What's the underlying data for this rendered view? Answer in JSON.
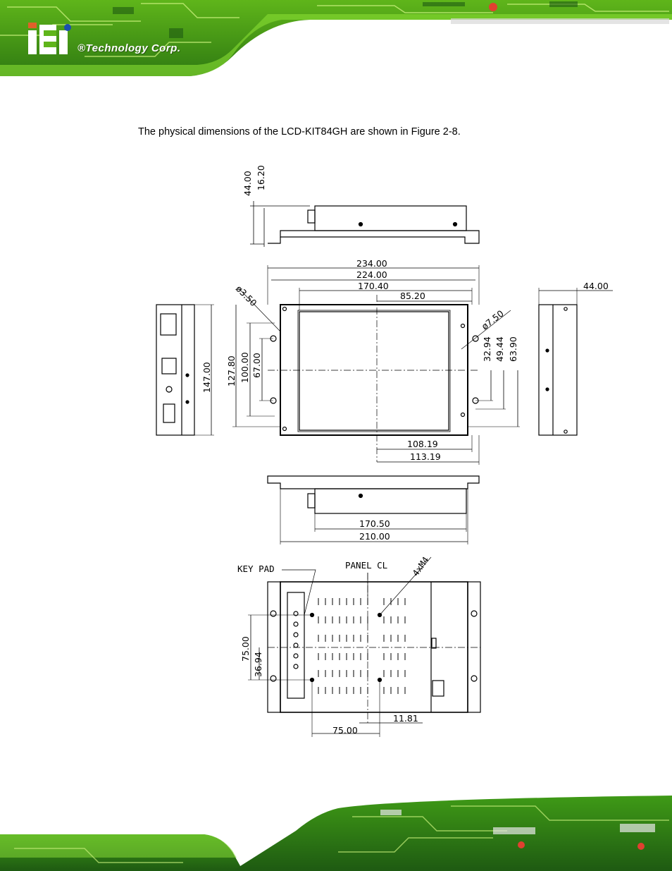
{
  "header": {
    "logo_text": "®Technology Corp."
  },
  "body": {
    "intro": "The physical dimensions of the LCD-KIT84GH are shown in Figure 2-8."
  },
  "drawing": {
    "top_view": {
      "d1": "44.00",
      "d2": "16.20"
    },
    "front_view": {
      "d_234": "234.00",
      "d_224": "224.00",
      "d_170_4": "170.40",
      "d_85_2": "85.20",
      "d_hole_small": "ø3.50",
      "d_hole_large": "ø7.50",
      "d_127_8": "127.80",
      "d_100": "100.00",
      "d_67": "67.00",
      "d_32_94": "32.94",
      "d_49_44": "49.44",
      "d_63_9": "63.90",
      "d_108_19": "108.19",
      "d_113_19": "113.19"
    },
    "left_view": {
      "d_147": "147.00"
    },
    "right_view": {
      "d_44": "44.00"
    },
    "bottom_view": {
      "d_170_5": "170.50",
      "d_210": "210.00"
    },
    "rear_view": {
      "key_pad": "KEY PAD",
      "panel_cl": "PANEL CL",
      "screws": "4xM4",
      "d_75_v": "75.00",
      "d_36_94": "36.94",
      "d_75_h": "75.00",
      "d_11_81": "11.81"
    }
  },
  "colors": {
    "brand_green": "#6cc21f",
    "pcb_dark": "#1e5a12",
    "trace": "#c8f07a"
  }
}
